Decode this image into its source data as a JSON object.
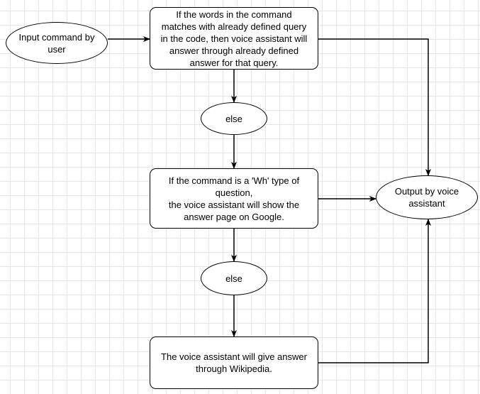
{
  "nodes": {
    "input": "Input command by\nuser",
    "step1": "If the words in the command\nmatches with already defined query\nin the code, then voice assistant will\nanswer through already defined\nanswer for that query.",
    "else1": "else",
    "step2": "If the command is a 'Wh' type of\nquestion,\nthe voice assistant will show the\nanswer page on Google.",
    "else2": "else",
    "step3": "The voice assistant will give answer\nthrough Wikipedia.",
    "output": "Output by voice\nassistant"
  },
  "colors": {
    "stroke": "#000000",
    "fill": "#ffffff",
    "grid": "#e6e6e6"
  }
}
